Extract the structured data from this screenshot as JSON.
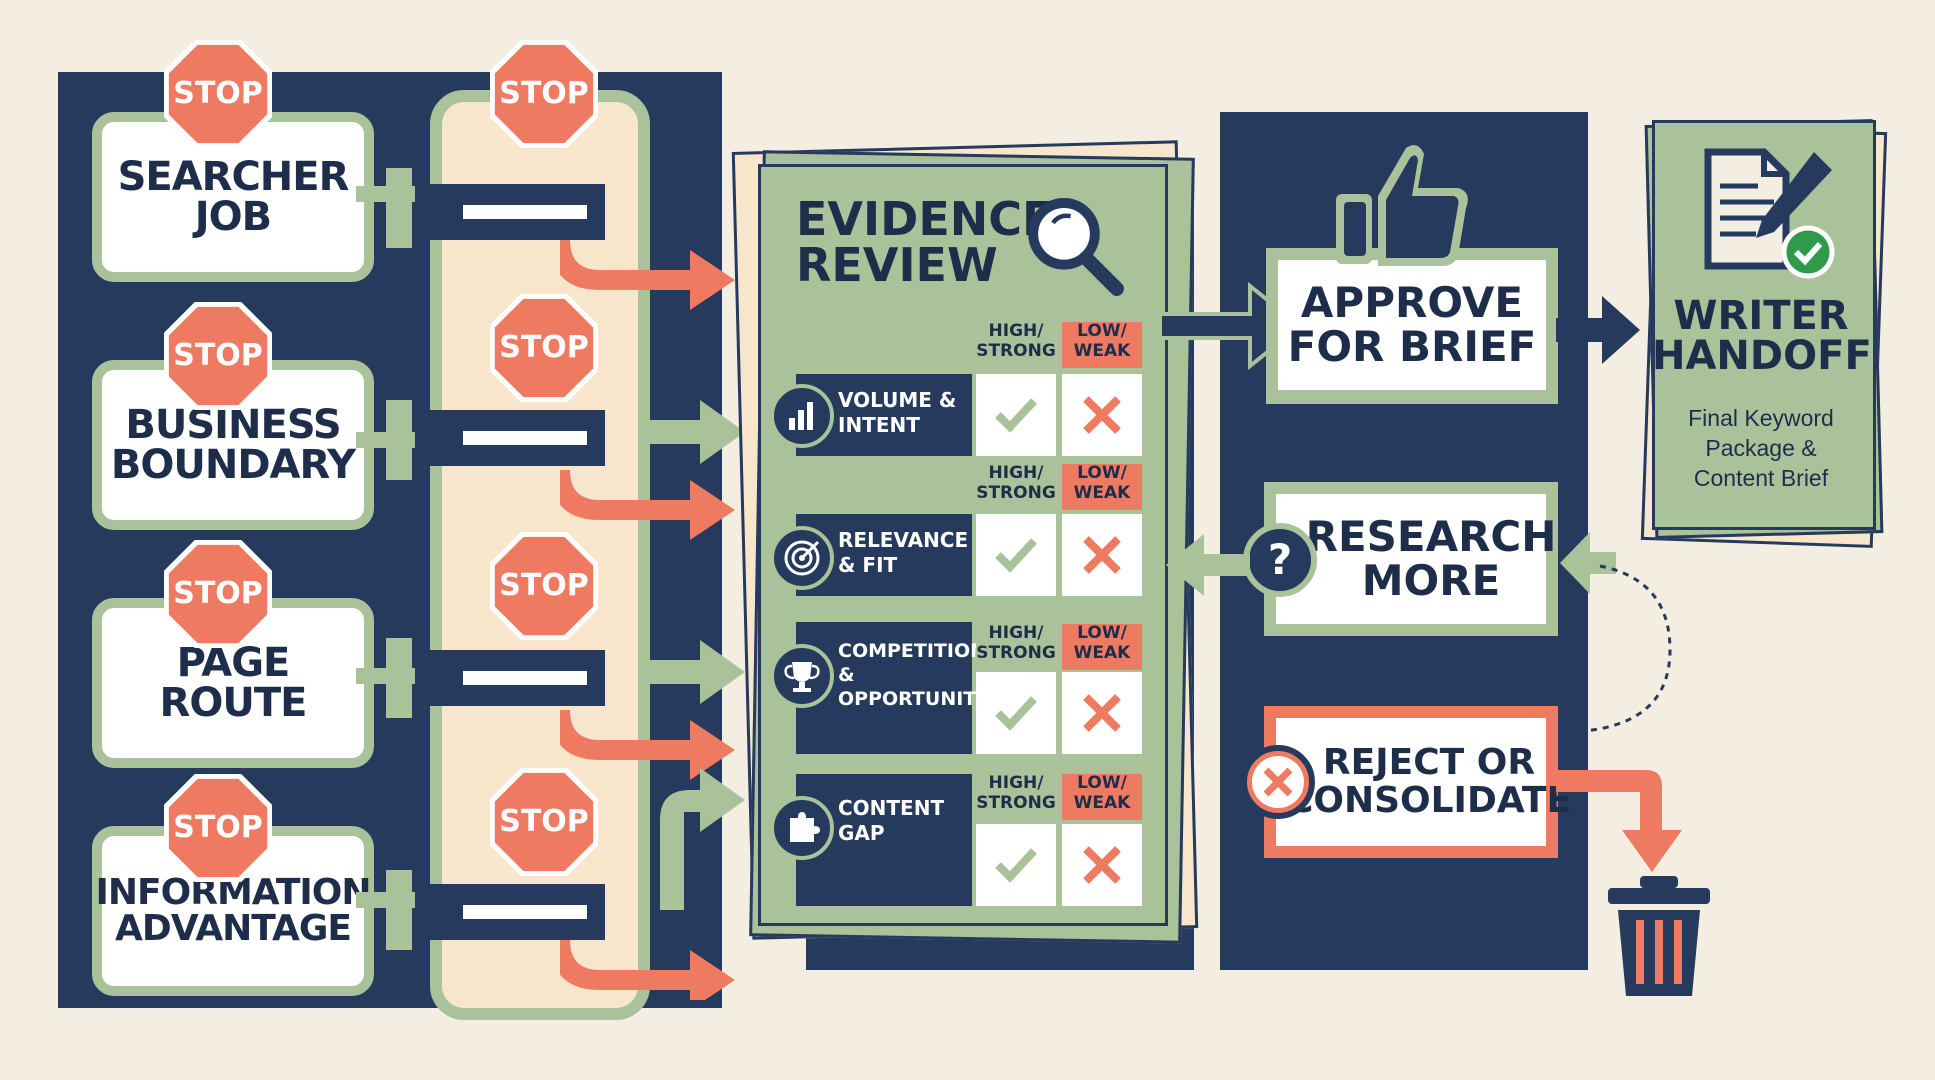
{
  "stages": [
    {
      "label": "SEARCHER\nJOB",
      "stop": "STOP",
      "gate_stop": "STOP"
    },
    {
      "label": "BUSINESS\nBOUNDARY",
      "stop": "STOP",
      "gate_stop": "STOP"
    },
    {
      "label": "PAGE\nROUTE",
      "stop": "STOP",
      "gate_stop": "STOP"
    },
    {
      "label": "INFORMATION\nADVANTAGE",
      "stop": "STOP",
      "gate_stop": "STOP"
    }
  ],
  "evidence_review": {
    "title": "EVIDENCE\nREVIEW",
    "icon": "magnifier-icon",
    "criteria": [
      {
        "label": "VOLUME &\nINTENT",
        "icon": "bar-chart-icon",
        "high": "HIGH/\nSTRONG",
        "low": "LOW/\nWEAK"
      },
      {
        "label": "RELEVANCE\n& FIT",
        "icon": "target-icon",
        "high": "HIGH/\nSTRONG",
        "low": "LOW/\nWEAK"
      },
      {
        "label": "COMPETITION\n&\nOPPORTUNITY",
        "icon": "trophy-icon",
        "high": "HIGH/\nSTRONG",
        "low": "LOW/\nWEAK"
      },
      {
        "label": "CONTENT\nGAP",
        "icon": "puzzle-icon",
        "high": "HIGH/\nSTRONG",
        "low": "LOW/\nWEAK"
      }
    ]
  },
  "decisions": {
    "approve": {
      "label": "APPROVE\nFOR BRIEF",
      "icon": "thumbs-up-icon"
    },
    "research": {
      "label": "RESEARCH\nMORE",
      "icon": "question-icon"
    },
    "reject": {
      "label": "REJECT OR\nCONSOLIDATE",
      "icon": "x-icon"
    }
  },
  "handoff": {
    "title": "WRITER\nHANDOFF",
    "subtitle": "Final Keyword\nPackage &\nContent Brief",
    "icon": "document-pen-icon"
  },
  "trash_icon": "trash-icon",
  "colors": {
    "navy": "#263a5e",
    "sage": "#a9c29a",
    "coral": "#ee7a62",
    "cream": "#f3ede2",
    "peach": "#f8e6cc"
  }
}
